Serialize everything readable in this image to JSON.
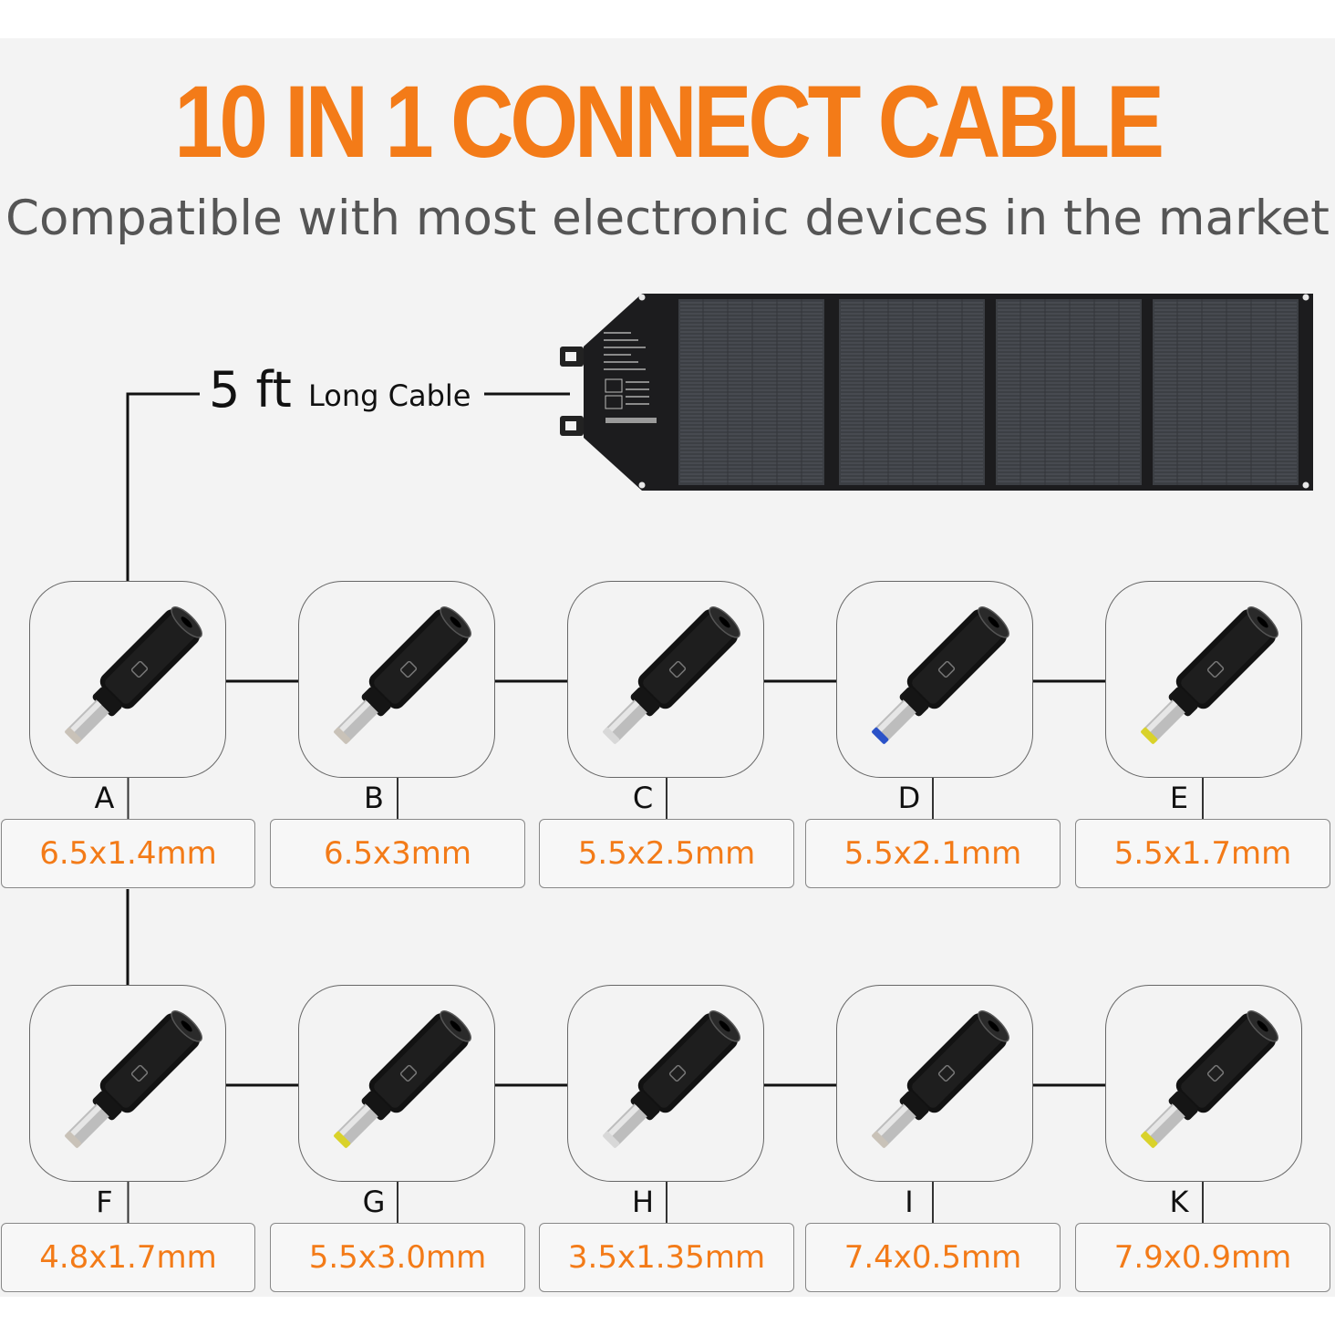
{
  "header": {
    "title": "10 IN 1 CONNECT CABLE",
    "subtitle": "Compatible with most electronic devices in the market"
  },
  "cable": {
    "length": "5 ft",
    "label": "Long Cable"
  },
  "colors": {
    "accent": "#f37b18",
    "text": "#555555",
    "dark": "#111111",
    "panel": "#1c1c1e",
    "cell": "#3c3f44"
  },
  "connectors": [
    {
      "letter": "A",
      "size": "6.5x1.4mm",
      "tip": "#c9c2b8"
    },
    {
      "letter": "B",
      "size": "6.5x3mm",
      "tip": "#c9c2b8"
    },
    {
      "letter": "C",
      "size": "5.5x2.5mm",
      "tip": "#d8d8d8"
    },
    {
      "letter": "D",
      "size": "5.5x2.1mm",
      "tip": "#2b52c8"
    },
    {
      "letter": "E",
      "size": "5.5x1.7mm",
      "tip": "#d9d22a"
    },
    {
      "letter": "F",
      "size": "4.8x1.7mm",
      "tip": "#c9c2b8"
    },
    {
      "letter": "G",
      "size": "5.5x3.0mm",
      "tip": "#d9d22a"
    },
    {
      "letter": "H",
      "size": "3.5x1.35mm",
      "tip": "#d8d8d8"
    },
    {
      "letter": "I",
      "size": "7.4x0.5mm",
      "tip": "#c9c2b8"
    },
    {
      "letter": "K",
      "size": "7.9x0.9mm",
      "tip": "#d9d22a"
    }
  ]
}
